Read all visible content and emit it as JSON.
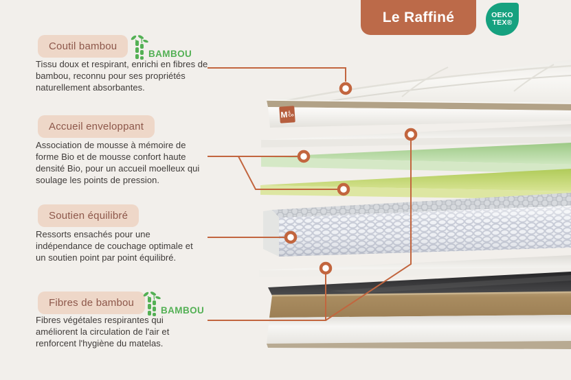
{
  "header": {
    "title": "Le Raffiné",
    "oeko": {
      "line1": "OEKO",
      "line2": "TEX®"
    }
  },
  "brand_tag": {
    "m": "M",
    "amp": "&",
    "co": "Co"
  },
  "bambou_logo_text": "BAMBOU",
  "sections": [
    {
      "label": "Coutil bambou",
      "has_bambou_logo": true,
      "description": "Tissu doux et respirant, enrichi en fibres de\nbambou, reconnu pour ses propriétés\nnaturellement absorbantes."
    },
    {
      "label": "Accueil enveloppant",
      "has_bambou_logo": false,
      "description": "Association de mousse à mémoire de\nforme Bio et de mousse confort haute\ndensité Bio, pour un accueil moelleux qui\nsoulage les points de pression."
    },
    {
      "label": "Soutien équilibré",
      "has_bambou_logo": false,
      "description": "Ressorts ensachés pour une\nindépendance de couchage optimale et\nun soutien point par point équilibré."
    },
    {
      "label": "Fibres de bambou",
      "has_bambou_logo": true,
      "description": "Fibres végétales respirantes qui\naméliorent la circulation de l'air et\nrenforcent l'hygiène du matelas."
    }
  ],
  "icons": {
    "bamboo": "bamboo-stalks-icon",
    "oeko": "oeko-tex-leaf-badge"
  },
  "colors": {
    "accent_terracotta": "#bc6a49",
    "connector_line": "#c2653e",
    "oeko_green": "#16a17f",
    "bamboo_green": "#53b054",
    "label_pill_bg": "#eed7c8",
    "label_pill_text": "#8d574a",
    "body_text": "#3e3a38",
    "background": "#f2efeb",
    "memory_foam_green": "#aed79a",
    "comfort_foam_yellow_green": "#c3d675",
    "bamboo_band_tan": "#a5875c",
    "base_dark": "#3a3a3c"
  }
}
